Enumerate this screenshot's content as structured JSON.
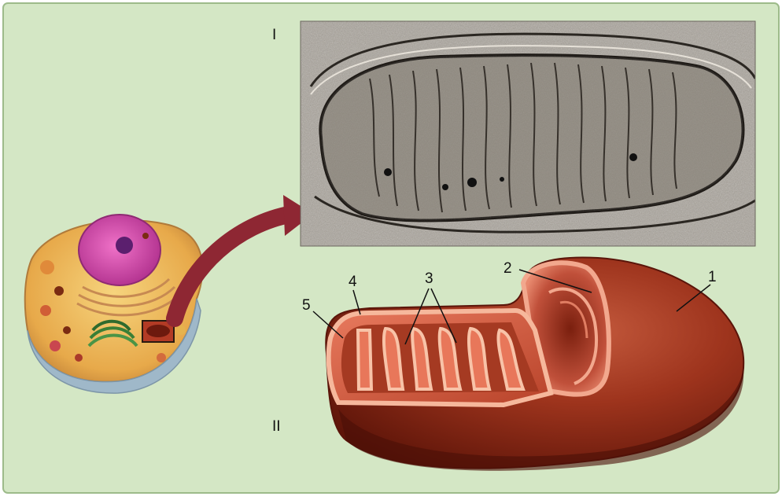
{
  "colors": {
    "panel_background": "#d4e7c5",
    "panel_border": "#9dbb8a",
    "arrow": "#8e2733",
    "mito_outer": "#8a2a14",
    "mito_inner": "#d9664d",
    "cristae_edge": "#f6b89c",
    "micrograph_bg": "#a9a39a"
  },
  "figure": {
    "panel_I_label": "I",
    "panel_II_label": "II",
    "structure_labels": [
      "1",
      "2",
      "3",
      "4",
      "5"
    ]
  }
}
